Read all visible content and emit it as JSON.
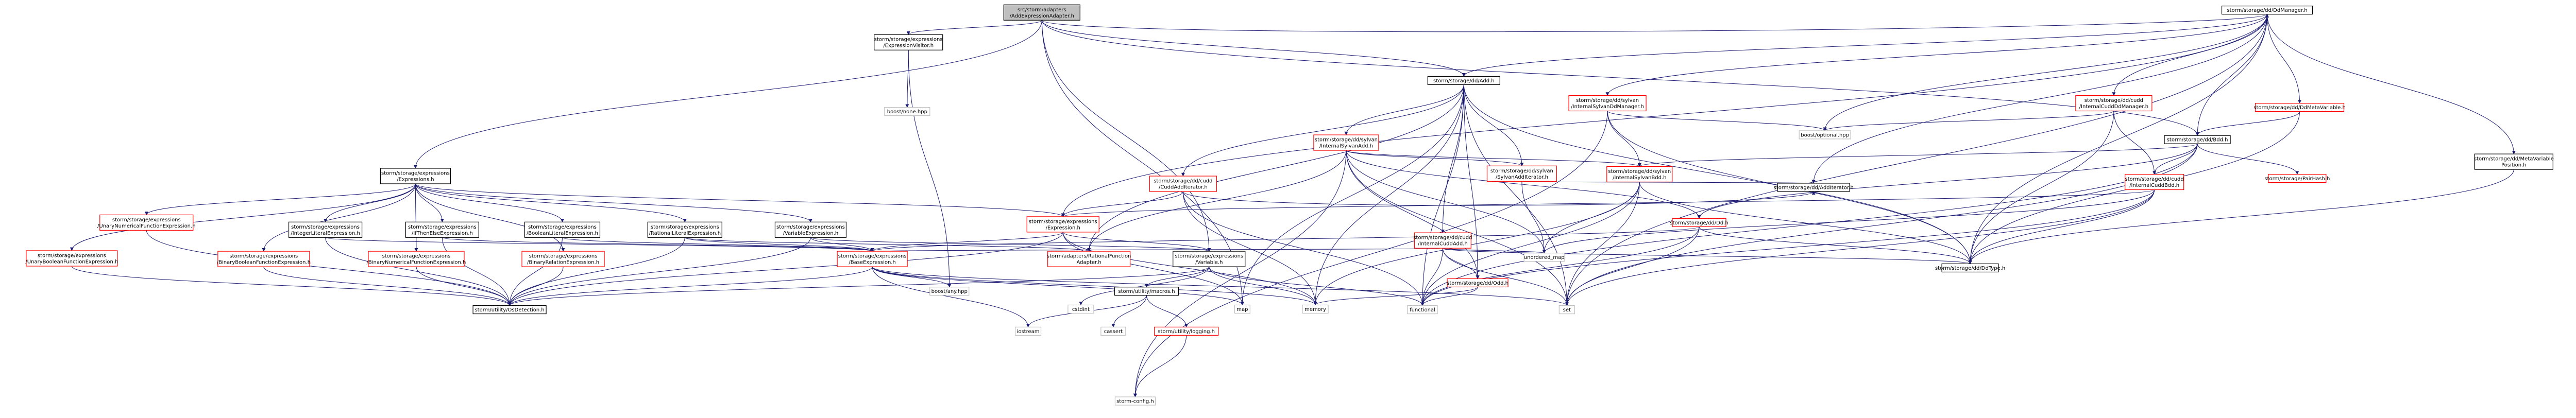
{
  "diagram": {
    "colors": {
      "root_fill": "#bfbfbf",
      "node_fill": "#ffffff",
      "black_border": "#000000",
      "red_border": "#ff0000",
      "edge": "#191970"
    },
    "nodes": [
      {
        "id": "root",
        "label": [
          "src/storm/adapters",
          "/AddExpressionAdapter.h"
        ],
        "border": "black",
        "root": true
      },
      {
        "id": "exprvisitor",
        "label": [
          "storm/storage/expressions",
          "/ExpressionVisitor.h"
        ],
        "border": "black"
      },
      {
        "id": "ddmanager",
        "label": [
          "storm/storage/dd/DdManager.h"
        ],
        "border": "black"
      },
      {
        "id": "expressions",
        "label": [
          "storm/storage/expressions",
          "/Expressions.h"
        ],
        "border": "black"
      },
      {
        "id": "booneany",
        "label": [
          "boost/none.hpp"
        ],
        "border": "gray"
      },
      {
        "id": "add",
        "label": [
          "storm/storage/dd/Add.h"
        ],
        "border": "black"
      },
      {
        "id": "sylvanmgr",
        "label": [
          "storm/storage/dd/sylvan",
          "/InternalSylvanDdManager.h"
        ],
        "border": "red"
      },
      {
        "id": "cuddmgr",
        "label": [
          "storm/storage/dd/cudd",
          "/InternalCuddDdManager.h"
        ],
        "border": "red"
      },
      {
        "id": "ddmetavar",
        "label": [
          "storm/storage/dd/DdMetaVariable.h"
        ],
        "border": "red"
      },
      {
        "id": "metavarpos",
        "label": [
          "storm/storage/dd/MetaVariable",
          "Position.h"
        ],
        "border": "black"
      },
      {
        "id": "sylvanadd",
        "label": [
          "storm/storage/dd/sylvan",
          "/InternalSylvanAdd.h"
        ],
        "border": "red"
      },
      {
        "id": "cuddaddit",
        "label": [
          "storm/storage/dd/cudd",
          "/CuddAddIterator.h"
        ],
        "border": "red"
      },
      {
        "id": "sylvanaddit",
        "label": [
          "storm/storage/dd/sylvan",
          "/SylvanAddIterator.h"
        ],
        "border": "red"
      },
      {
        "id": "sylvanbdd",
        "label": [
          "storm/storage/dd/sylvan",
          "/InternalSylvanBdd.h"
        ],
        "border": "red"
      },
      {
        "id": "boostopt",
        "label": [
          "boost/optional.hpp"
        ],
        "border": "gray"
      },
      {
        "id": "bdd",
        "label": [
          "storm/storage/dd/Bdd.h"
        ],
        "border": "black"
      },
      {
        "id": "cuddbdd",
        "label": [
          "storm/storage/dd/cudd",
          "/InternalCuddBdd.h"
        ],
        "border": "red"
      },
      {
        "id": "pairhash",
        "label": [
          "storm/storage/PairHash.h"
        ],
        "border": "red"
      },
      {
        "id": "unaryboolfn",
        "label": [
          "storm/storage/expressions",
          "/UnaryBooleanFunctionExpression.h"
        ],
        "border": "red"
      },
      {
        "id": "unarynumfn",
        "label": [
          "storm/storage/expressions",
          "/UnaryNumericalFunctionExpression.h"
        ],
        "border": "red"
      },
      {
        "id": "intlit",
        "label": [
          "storm/storage/expressions",
          "/IntegerLiteralExpression.h"
        ],
        "border": "black"
      },
      {
        "id": "ite",
        "label": [
          "storm/storage/expressions",
          "/IfThenElseExpression.h"
        ],
        "border": "black"
      },
      {
        "id": "boollit",
        "label": [
          "storm/storage/expressions",
          "/BooleanLiteralExpression.h"
        ],
        "border": "black"
      },
      {
        "id": "ratlit",
        "label": [
          "storm/storage/expressions",
          "/RationalLiteralExpression.h"
        ],
        "border": "black"
      },
      {
        "id": "varexpr",
        "label": [
          "storm/storage/expressions",
          "/VariableExpression.h"
        ],
        "border": "black"
      },
      {
        "id": "expression",
        "label": [
          "storm/storage/expressions",
          "/Expression.h"
        ],
        "border": "red"
      },
      {
        "id": "cuddadd",
        "label": [
          "storm/storage/dd/cudd",
          "/InternalCuddAdd.h"
        ],
        "border": "red"
      },
      {
        "id": "odd",
        "label": [
          "storm/storage/dd/Odd.h"
        ],
        "border": "red"
      },
      {
        "id": "dd",
        "label": [
          "storm/storage/dd/Dd.h"
        ],
        "border": "red"
      },
      {
        "id": "additerator",
        "label": [
          "storm/storage/dd/AddIterator.h"
        ],
        "border": "black"
      },
      {
        "id": "ddtype",
        "label": [
          "storm/storage/dd/DdType.h"
        ],
        "border": "black"
      },
      {
        "id": "binboolfn",
        "label": [
          "storm/storage/expressions",
          "/BinaryBooleanFunctionExpression.h"
        ],
        "border": "red"
      },
      {
        "id": "binnumfn",
        "label": [
          "storm/storage/expressions",
          "/BinaryNumericalFunctionExpression.h"
        ],
        "border": "red"
      },
      {
        "id": "binrel",
        "label": [
          "storm/storage/expressions",
          "/BinaryRelationExpression.h"
        ],
        "border": "red"
      },
      {
        "id": "baseexpr",
        "label": [
          "storm/storage/expressions",
          "/BaseExpression.h"
        ],
        "border": "red"
      },
      {
        "id": "ratfnadapter",
        "label": [
          "storm/adapters/RationalFunction",
          "Adapter.h"
        ],
        "border": "red"
      },
      {
        "id": "variable",
        "label": [
          "storm/storage/expressions",
          "/Variable.h"
        ],
        "border": "black"
      },
      {
        "id": "unorderedmap",
        "label": [
          "unordered_map"
        ],
        "border": "gray"
      },
      {
        "id": "oddheader",
        "label": [
          "storm/storage/dd/Odd.h"
        ],
        "border": "red"
      },
      {
        "id": "utilityodetection",
        "label": [
          "storm/utility/OsDetection.h"
        ],
        "border": "black"
      },
      {
        "id": "boostany",
        "label": [
          "boost/any.hpp"
        ],
        "border": "gray"
      },
      {
        "id": "macros",
        "label": [
          "storm/utility/macros.h"
        ],
        "border": "black"
      },
      {
        "id": "cstdint",
        "label": [
          "cstdint"
        ],
        "border": "gray"
      },
      {
        "id": "map",
        "label": [
          "map"
        ],
        "border": "gray"
      },
      {
        "id": "memory",
        "label": [
          "memory"
        ],
        "border": "gray"
      },
      {
        "id": "functional",
        "label": [
          "functional"
        ],
        "border": "gray"
      },
      {
        "id": "set",
        "label": [
          "set"
        ],
        "border": "gray"
      },
      {
        "id": "iostream",
        "label": [
          "iostream"
        ],
        "border": "gray"
      },
      {
        "id": "cassert",
        "label": [
          "cassert"
        ],
        "border": "gray"
      },
      {
        "id": "logging",
        "label": [
          "storm/utility/logging.h"
        ],
        "border": "red"
      },
      {
        "id": "stormconfig",
        "label": [
          "storm-config.h"
        ],
        "border": "gray"
      }
    ]
  }
}
